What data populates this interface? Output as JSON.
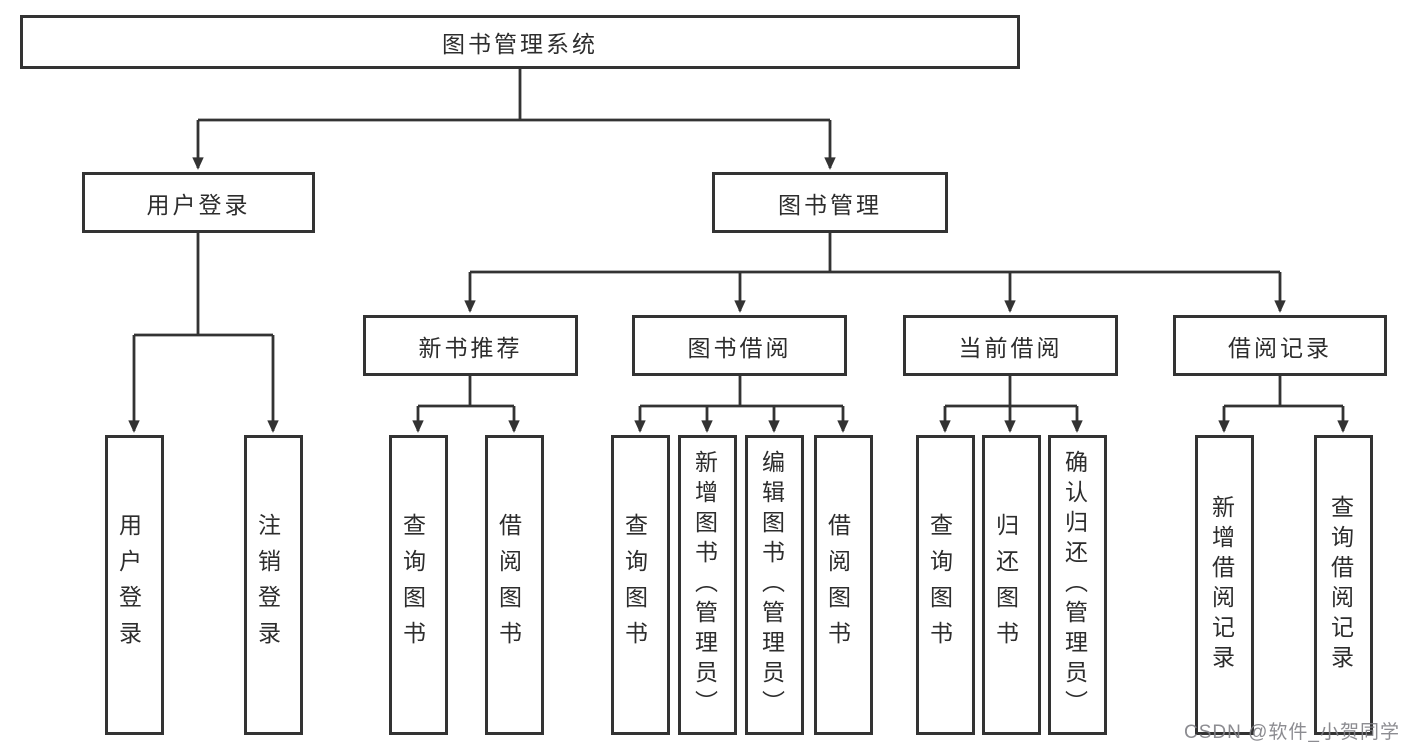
{
  "diagram": {
    "title_node": "图书管理系统",
    "nodes": {
      "root": "图书管理系统",
      "user_login": "用户登录",
      "book_management": "图书管理",
      "new_book_recommend": "新书推荐",
      "book_borrow": "图书借阅",
      "current_borrow": "当前借阅",
      "borrow_records": "借阅记录",
      "leaf_user_login": "用户登录",
      "leaf_logout": "注销登录",
      "leaf_query_books_rec": "查询图书",
      "leaf_borrow_books_rec": "借阅图书",
      "leaf_query_books_borrow": "查询图书",
      "leaf_add_books_admin": "新增图书（管理员）",
      "leaf_edit_books_admin": "编辑图书（管理员）",
      "leaf_borrow_books_borrow": "借阅图书",
      "leaf_query_books_current": "查询图书",
      "leaf_return_books": "归还图书",
      "leaf_confirm_return_admin": "确认归还（管理员）",
      "leaf_add_borrow_record": "新增借阅记录",
      "leaf_query_borrow_record": "查询借阅记录"
    },
    "colors": {
      "line": "#333333",
      "box_border": "#333333",
      "text": "#2d2d2d",
      "watermark": "#808085",
      "background": "#ffffff"
    }
  },
  "watermark": {
    "text": "CSDN @软件_小贺同学"
  }
}
